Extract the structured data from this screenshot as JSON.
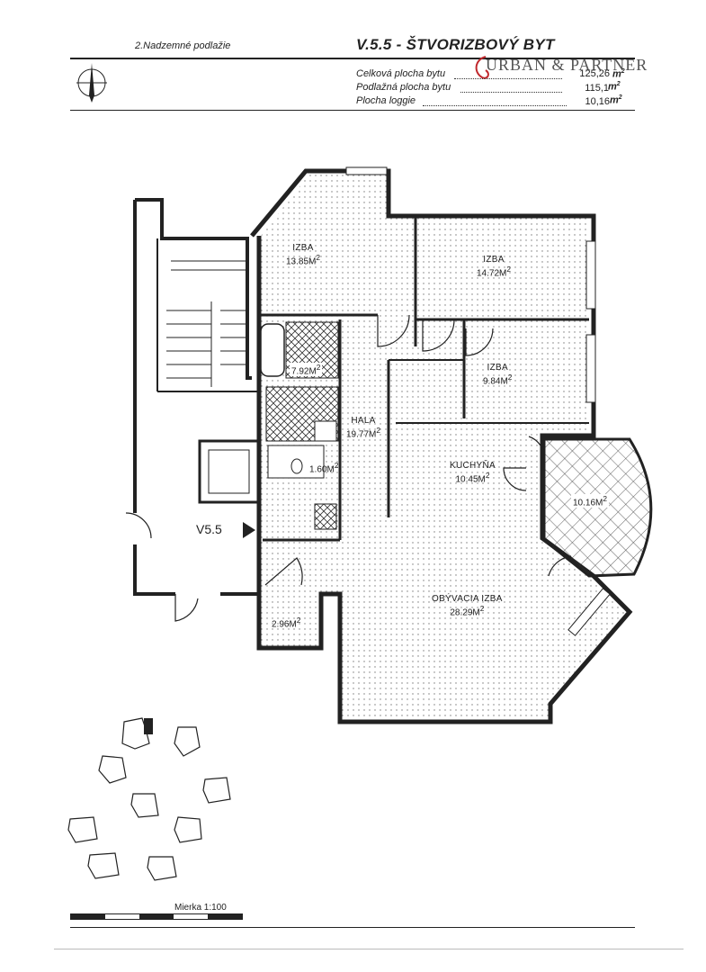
{
  "header": {
    "floor": "2.Nadzemné podlažie",
    "title": "V.5.5 - ŠTVORIZBOVÝ BYT",
    "brand": "URBAN & PARTNER"
  },
  "areas": [
    {
      "label": "Celková plocha bytu",
      "value": "125,26",
      "unit": "m"
    },
    {
      "label": "Podlažná plocha bytu",
      "value": "115,1",
      "unit": "m"
    },
    {
      "label": "Plocha loggie",
      "value": "10,16",
      "unit": "m"
    }
  ],
  "unit_superscript": "2",
  "rooms": {
    "izba1": {
      "name": "IZBA",
      "area": "13.85M"
    },
    "izba2": {
      "name": "IZBA",
      "area": "14.72M"
    },
    "izba3": {
      "name": "IZBA",
      "area": "9.84M"
    },
    "bath": {
      "area": "7.92M"
    },
    "hala": {
      "name": "HALA",
      "area": "19.77M"
    },
    "wc": {
      "area": "1.60M"
    },
    "kuchyna": {
      "name": "KUCHYŇA",
      "area": "10.45M"
    },
    "loggia": {
      "area": "10.16M"
    },
    "obyvacia": {
      "name": "OBÝVACIA IZBA",
      "area": "28.29M"
    },
    "store": {
      "area": "2.96M"
    }
  },
  "unit_label": "V5.5",
  "scale": "Mierka 1:100",
  "icons": {
    "north": "north-arrow-icon",
    "entry": "entry-arrow-icon"
  }
}
